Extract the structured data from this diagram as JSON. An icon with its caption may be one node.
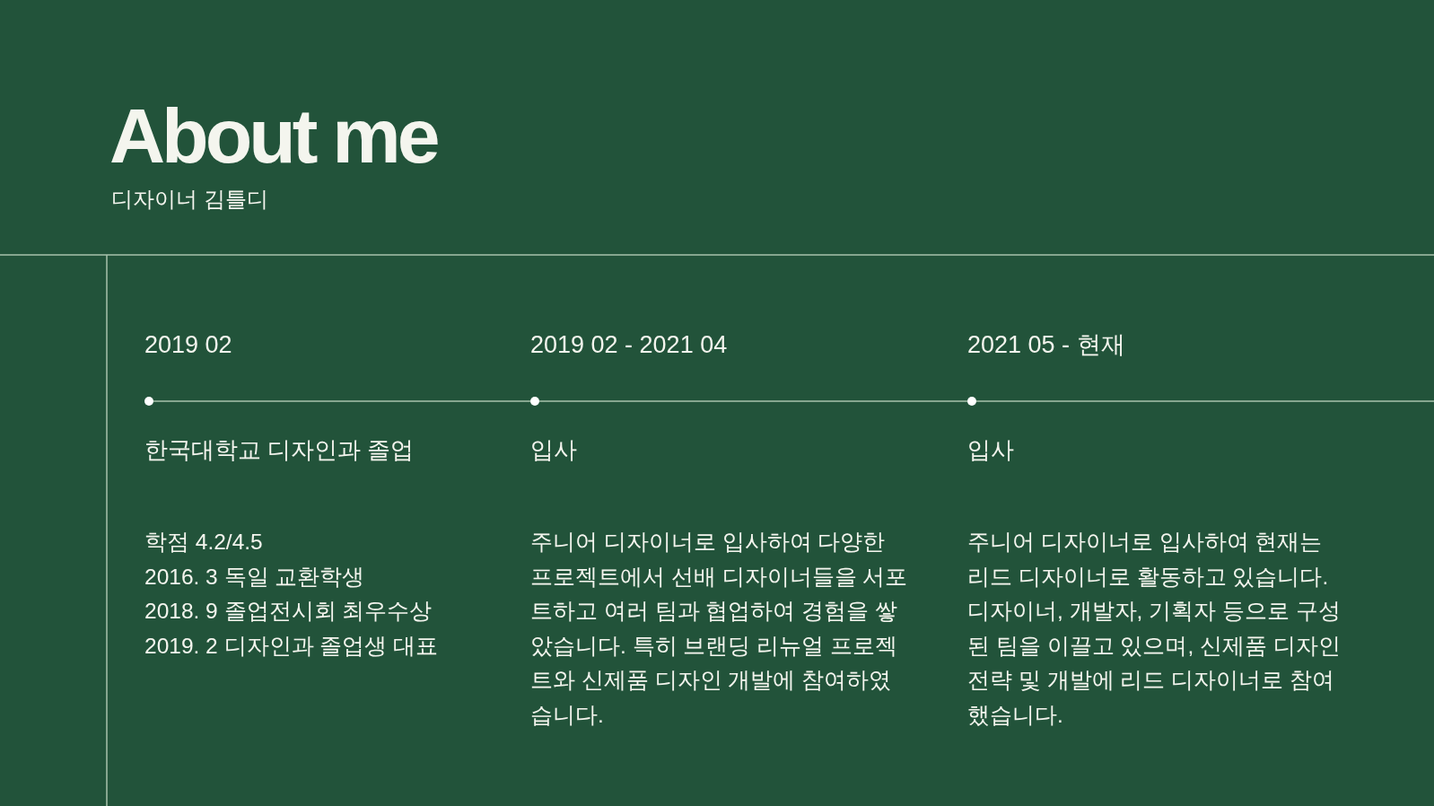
{
  "diagram": {
    "title": "About me",
    "labels": [
      "디자이너 김틀디"
    ],
    "nodes": [
      {
        "text": [],
        "shape": "circle",
        "beside": [
          "2019 02",
          "한국대학교 디자인과 졸업",
          "학점 4.2/4.5",
          "2016. 3 독일 교환학생",
          "2018. 9 졸업전시회 최우수상",
          "2019. 2 디자인과 졸업생 대표"
        ]
      },
      {
        "text": [],
        "shape": "circle",
        "beside": [
          "2019 02 - 2021 04",
          "입사",
          "주니어 디자이너로 입사하여 다양한 프로젝트에서 선배 디자이너들을 서포트하고 여러 팀과 협업하여 경험을 쌓았습니다. 특히 브랜딩 리뉴얼 프로젝트와 신제품 디자인 개발에 참여하였습니다."
        ]
      },
      {
        "text": [],
        "shape": "circle",
        "beside": [
          "2021 05 - 현재",
          "입사",
          "주니어 디자이너로 입사하여 현재는 리드 디자이너로 활동하고 있습니다. 디자이너, 개발자, 기획자 등으로 구성된 팀을 이끌고 있으며, 신제품 디자인 전략 및 개발에 리드 디자이너로 참여했습니다."
        ]
      }
    ],
    "edges": [
      {
        "from": 0,
        "to": 1,
        "arrow": "none"
      },
      {
        "from": 1,
        "to": 2,
        "arrow": "none"
      },
      {
        "from": 2,
        "to": null,
        "arrow": "none"
      }
    ]
  }
}
